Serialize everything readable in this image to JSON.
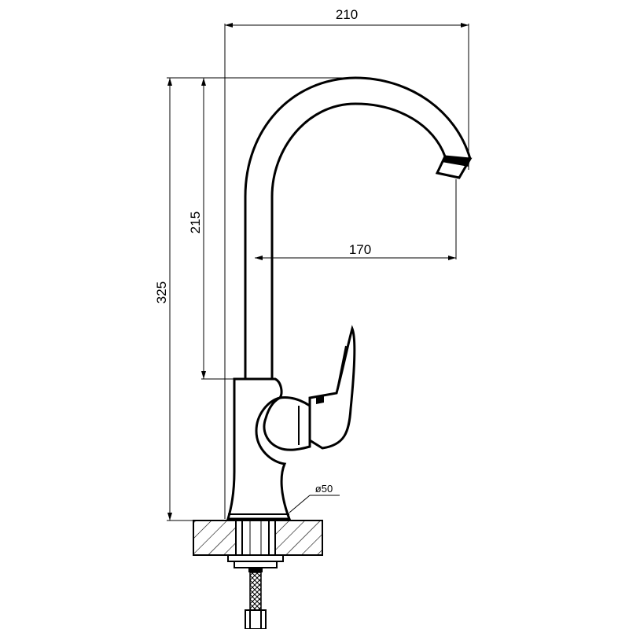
{
  "dimensions": {
    "total_width": "210",
    "spout_height": "215",
    "total_height": "325",
    "spout_reach": "170",
    "base_diameter": "ø50"
  }
}
